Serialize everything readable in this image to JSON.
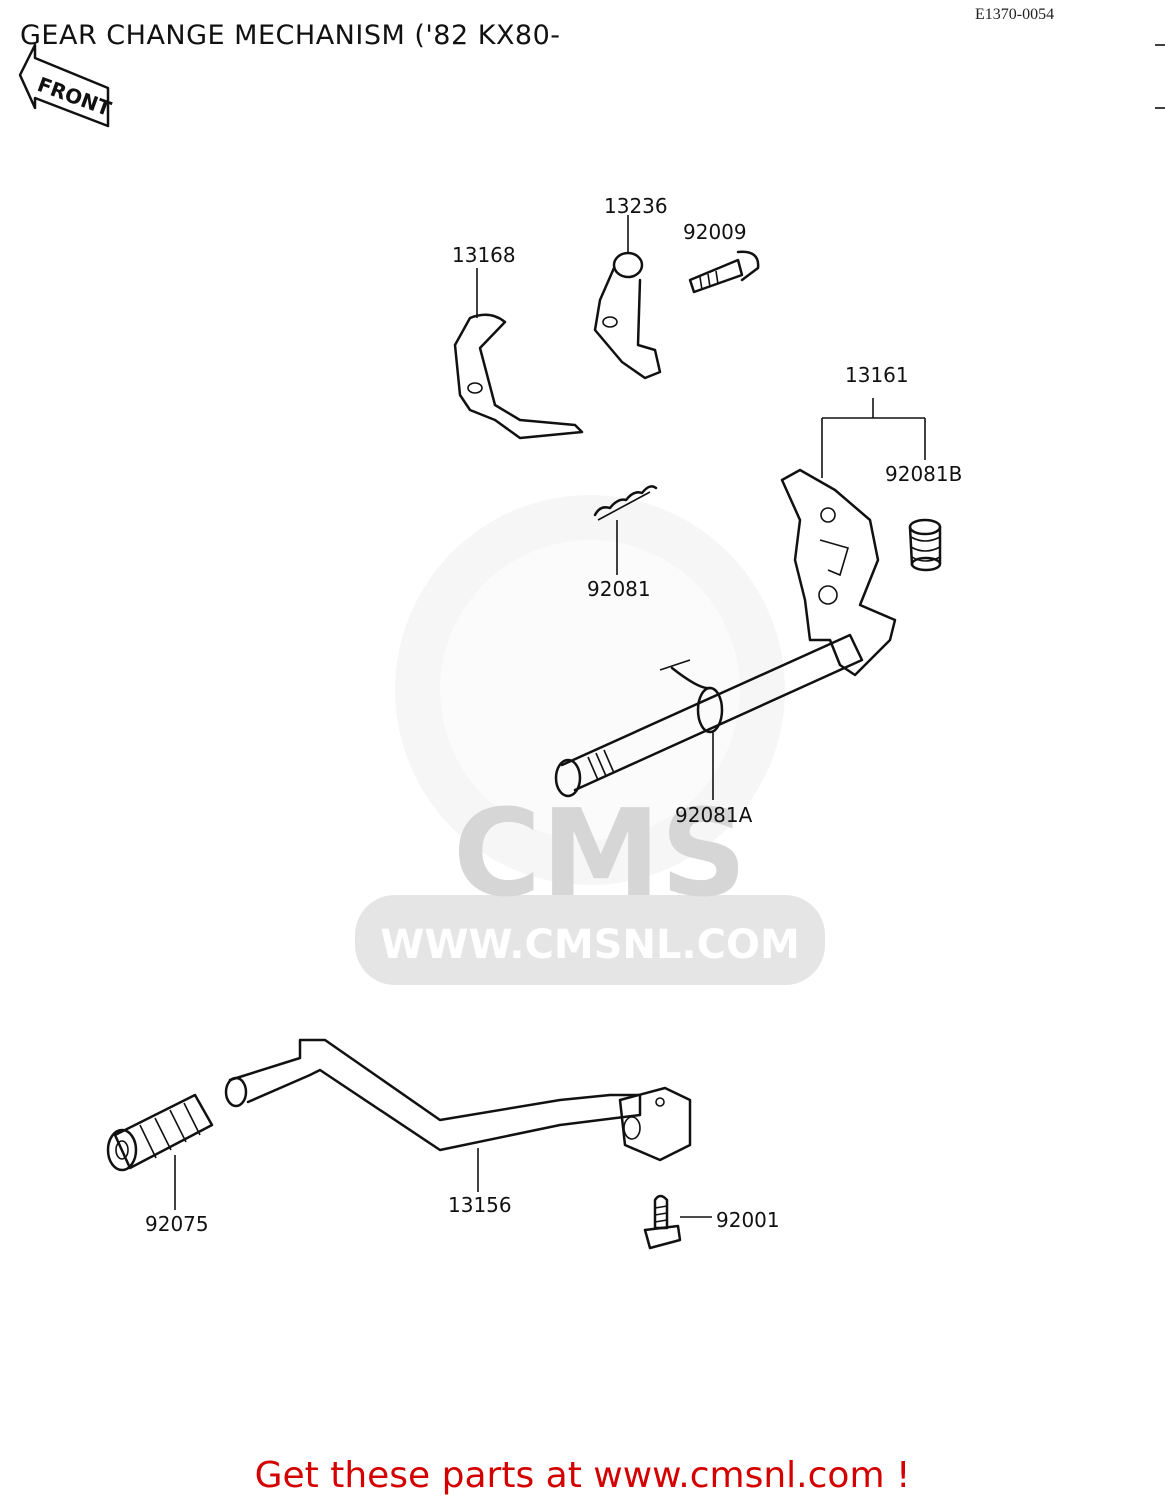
{
  "diagram": {
    "title": "GEAR CHANGE MECHANISM ('82 KX80-",
    "doc_id": "E1370-0054",
    "front_label": "FRONT",
    "watermark": {
      "brand": "CMS",
      "url": "WWW.CMSNL.COM"
    },
    "parts": [
      {
        "id": "13168"
      },
      {
        "id": "13236"
      },
      {
        "id": "92009"
      },
      {
        "id": "13161"
      },
      {
        "id": "92081B"
      },
      {
        "id": "92081"
      },
      {
        "id": "92081A"
      },
      {
        "id": "92075"
      },
      {
        "id": "13156"
      },
      {
        "id": "92001"
      }
    ],
    "cta": "Get these parts at www.cmsnl.com !",
    "colors": {
      "cta": "#d40000",
      "ink": "#111111",
      "watermark": "#cfcfcf"
    }
  }
}
